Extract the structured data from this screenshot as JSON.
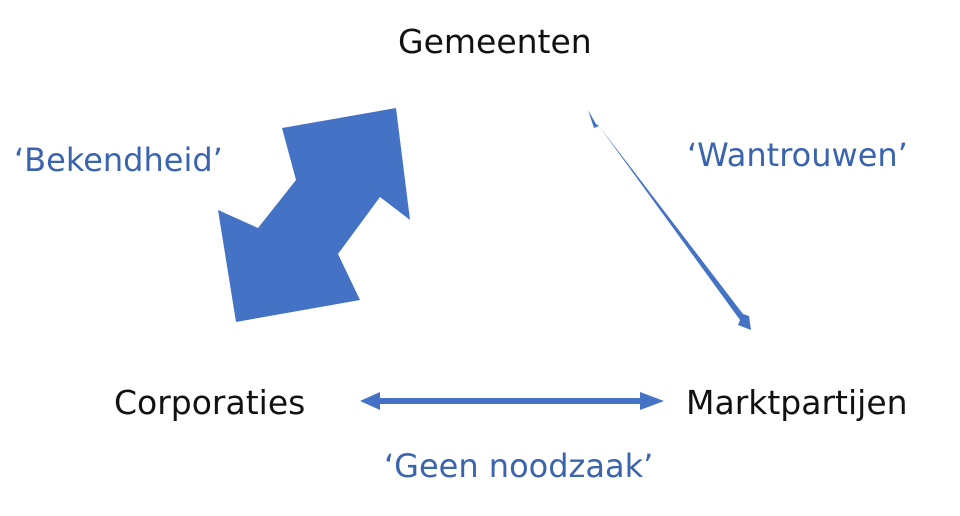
{
  "nodes": {
    "gemeenten": "Gemeenten",
    "corporaties": "Corporaties",
    "marktpartijen": "Marktpartijen"
  },
  "relations": {
    "gemeenten_corporaties": "‘Bekendheid’",
    "gemeenten_marktpartijen": "‘Wantrouwen’",
    "corporaties_marktpartijen": "‘Geen noodzaak’"
  },
  "colors": {
    "arrow": "#4472C4",
    "relation_text": "#3B64AE",
    "node_text": "#111111"
  }
}
